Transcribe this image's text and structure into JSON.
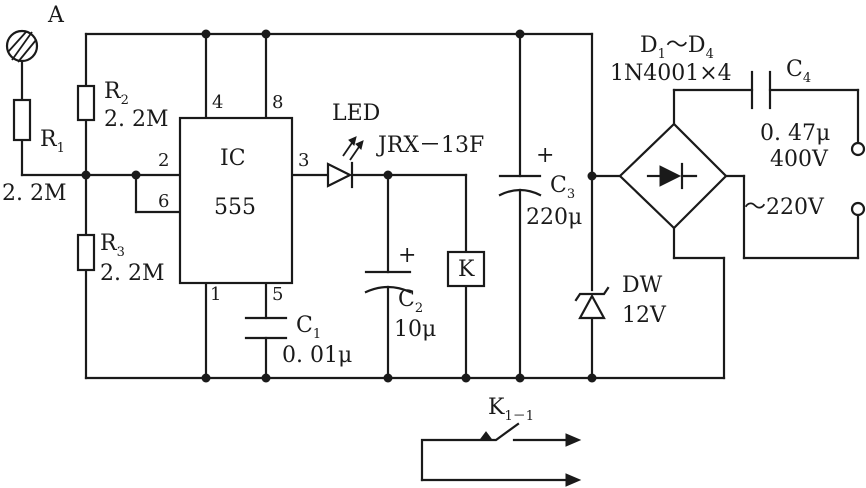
{
  "components": {
    "lamp": {
      "label": "A"
    },
    "r1": {
      "name": "R",
      "sub": "1",
      "value": "2. 2M"
    },
    "r2": {
      "name": "R",
      "sub": "2",
      "value": "2. 2M"
    },
    "r3": {
      "name": "R",
      "sub": "3",
      "value": "2. 2M"
    },
    "ic": {
      "name": "IC",
      "part": "555"
    },
    "pins": {
      "p4": "4",
      "p8": "8",
      "p2": "2",
      "p6": "6",
      "p3": "3",
      "p1": "1",
      "p5": "5"
    },
    "c1": {
      "name": "C",
      "sub": "1",
      "value": "0. 01μ"
    },
    "led": {
      "label": "LED"
    },
    "relay": {
      "model": "JRX－13F",
      "coil": "K"
    },
    "c2": {
      "name": "C",
      "sub": "2",
      "value": "10μ",
      "polarity": "+"
    },
    "c3": {
      "name": "C",
      "sub": "3",
      "value": "220μ",
      "polarity": "+"
    },
    "bridge": {
      "d1": "D",
      "d1_sub": "1",
      "sep": "～D",
      "d4_sub": "4",
      "part": "1N4001×4"
    },
    "c4": {
      "name": "C",
      "sub": "4",
      "value": "0. 47μ",
      "voltage": "400V"
    },
    "supply": {
      "label": "～220V"
    },
    "zener": {
      "name": "DW",
      "value": "12V"
    },
    "contact": {
      "name": "K",
      "sub": "1－1"
    }
  }
}
